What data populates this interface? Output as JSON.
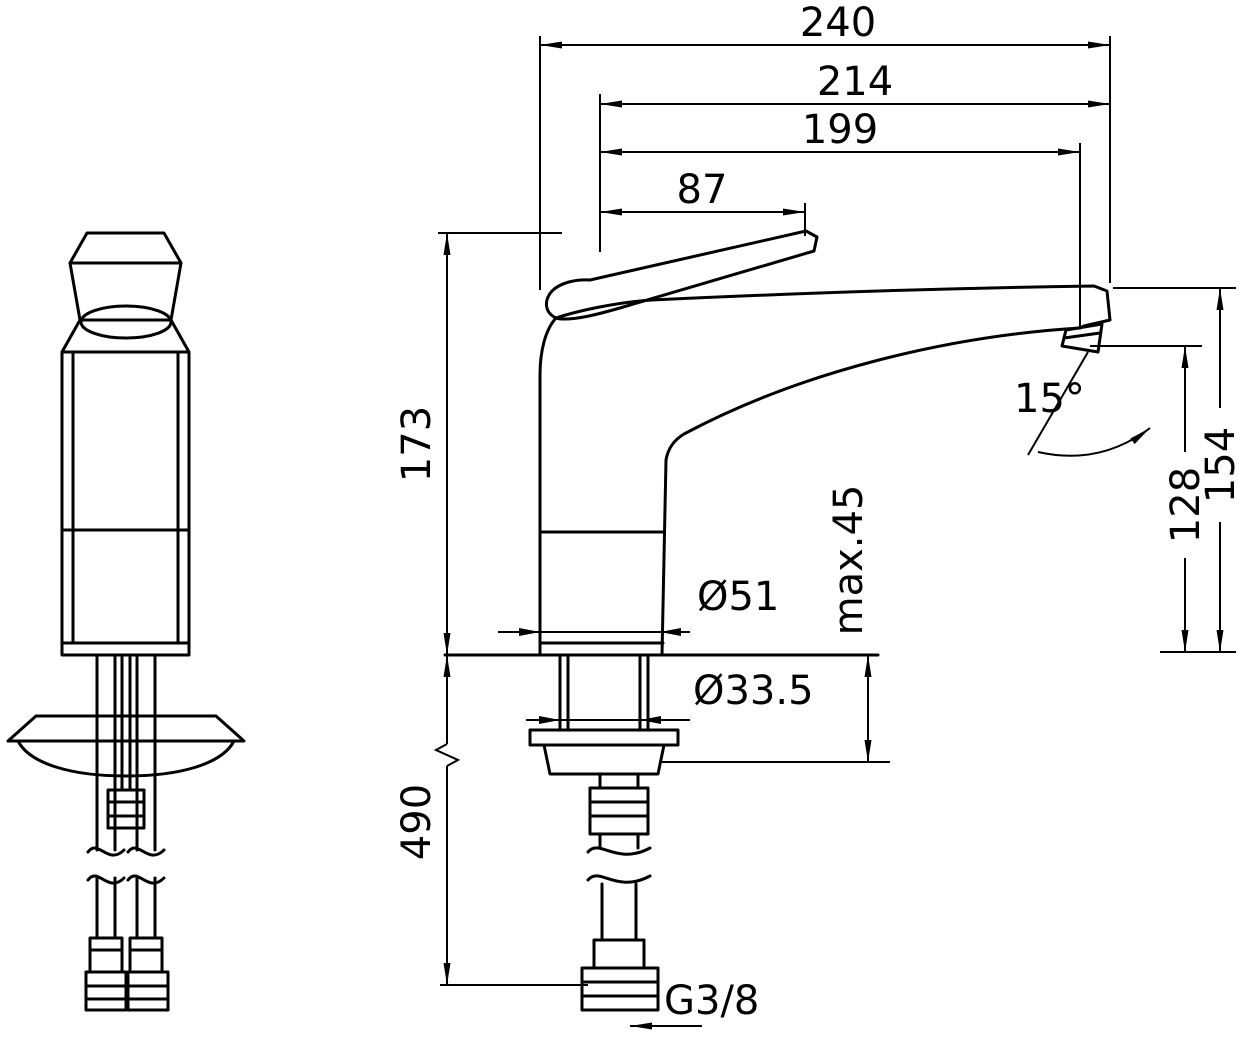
{
  "dims": {
    "d240": "240",
    "d214": "214",
    "d199": "199",
    "d87": "87",
    "d173": "173",
    "d154": "154",
    "d128": "128",
    "angle15": "15°",
    "max45": "max.45",
    "dia51": "Ø51",
    "dia335": "Ø33.5",
    "d490": "490",
    "thread": "G3/8"
  },
  "colors": {
    "line": "#000000",
    "background": "#ffffff"
  }
}
